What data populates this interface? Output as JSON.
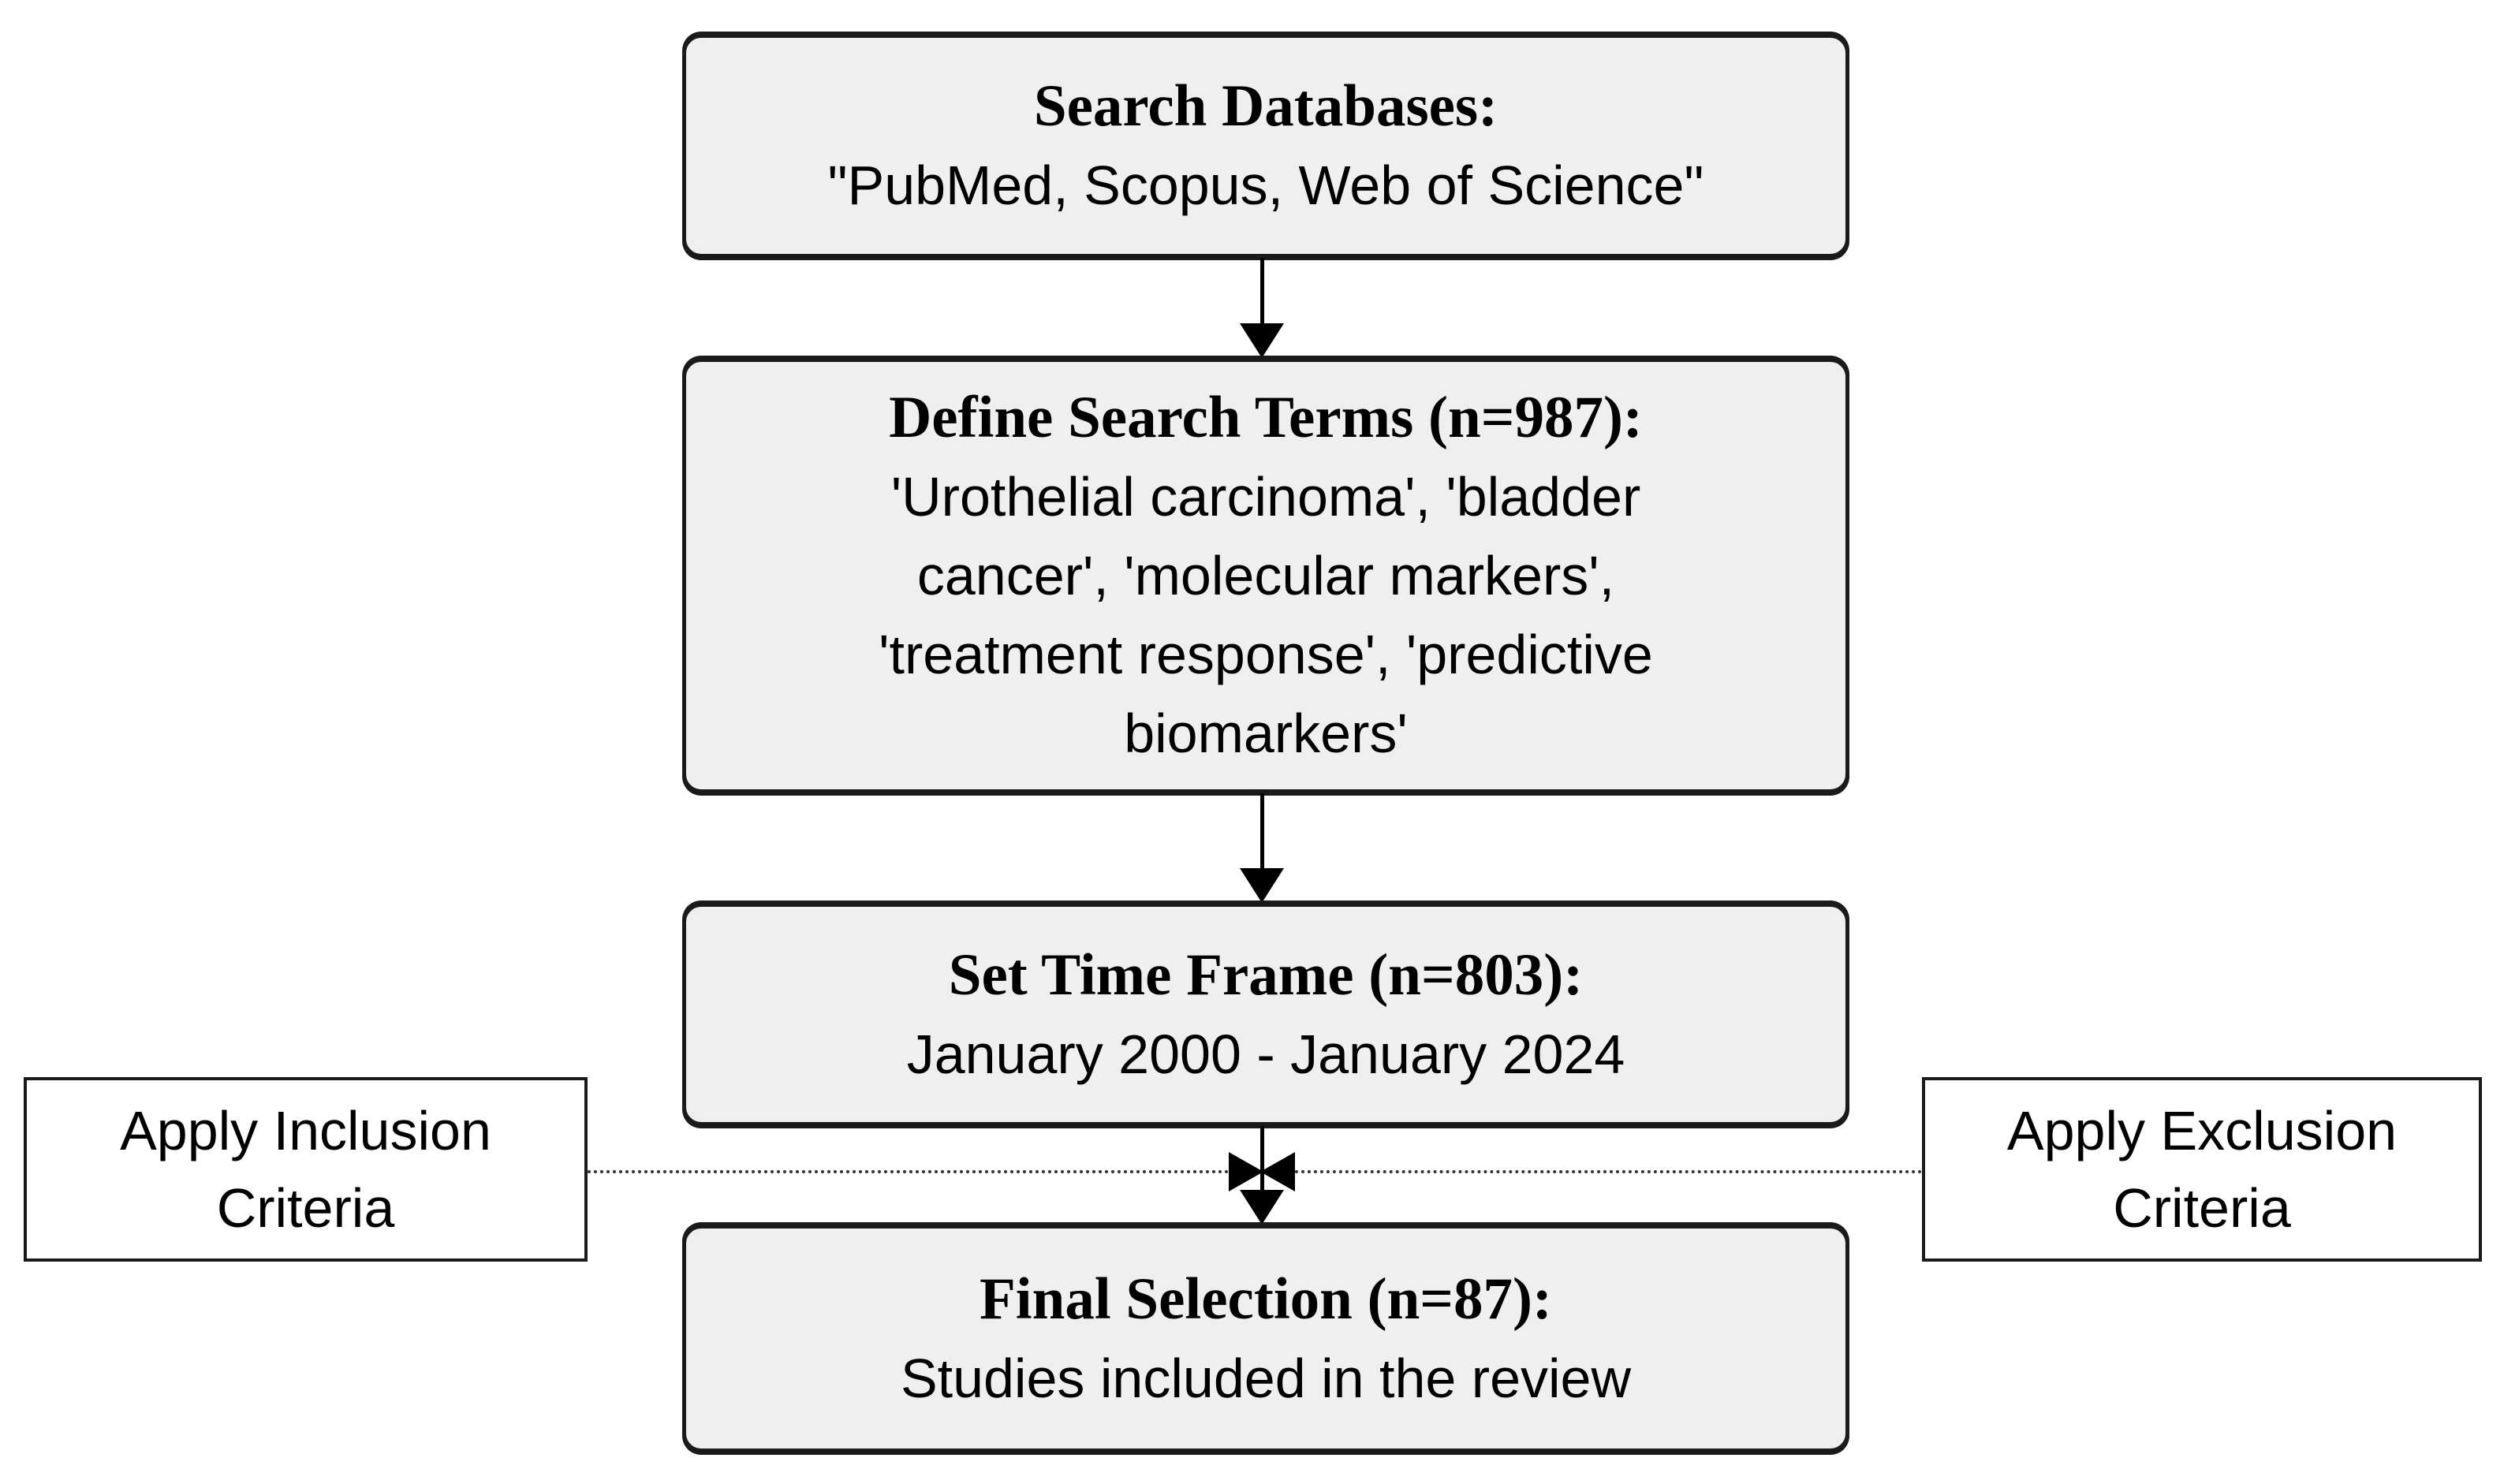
{
  "diagram": {
    "type": "flowchart",
    "colors": {
      "box_fill": "#efefef",
      "box_border": "#1a1a1a",
      "side_box_fill": "#ffffff",
      "text": "#000000"
    },
    "steps": [
      {
        "id": "search-databases",
        "heading": "Search Databases:",
        "body_lines": [
          "\"PubMed, Scopus, Web of Science\""
        ]
      },
      {
        "id": "define-search-terms",
        "heading": "Define Search Terms (n=987):",
        "body_lines": [
          "'Urothelial carcinoma', 'bladder",
          "cancer', 'molecular markers',",
          "'treatment response', 'predictive",
          "biomarkers'"
        ]
      },
      {
        "id": "set-time-frame",
        "heading": "Set Time Frame (n=803):",
        "body_lines": [
          "January 2000 - January 2024"
        ]
      },
      {
        "id": "final-selection",
        "heading": "Final Selection (n=87):",
        "body_lines": [
          "Studies included in the review"
        ]
      }
    ],
    "side_notes": [
      {
        "id": "apply-inclusion-criteria",
        "side": "left",
        "lines": [
          "Apply Inclusion",
          "Criteria"
        ]
      },
      {
        "id": "apply-exclusion-criteria",
        "side": "right",
        "lines": [
          "Apply Exclusion",
          "Criteria"
        ]
      }
    ]
  }
}
